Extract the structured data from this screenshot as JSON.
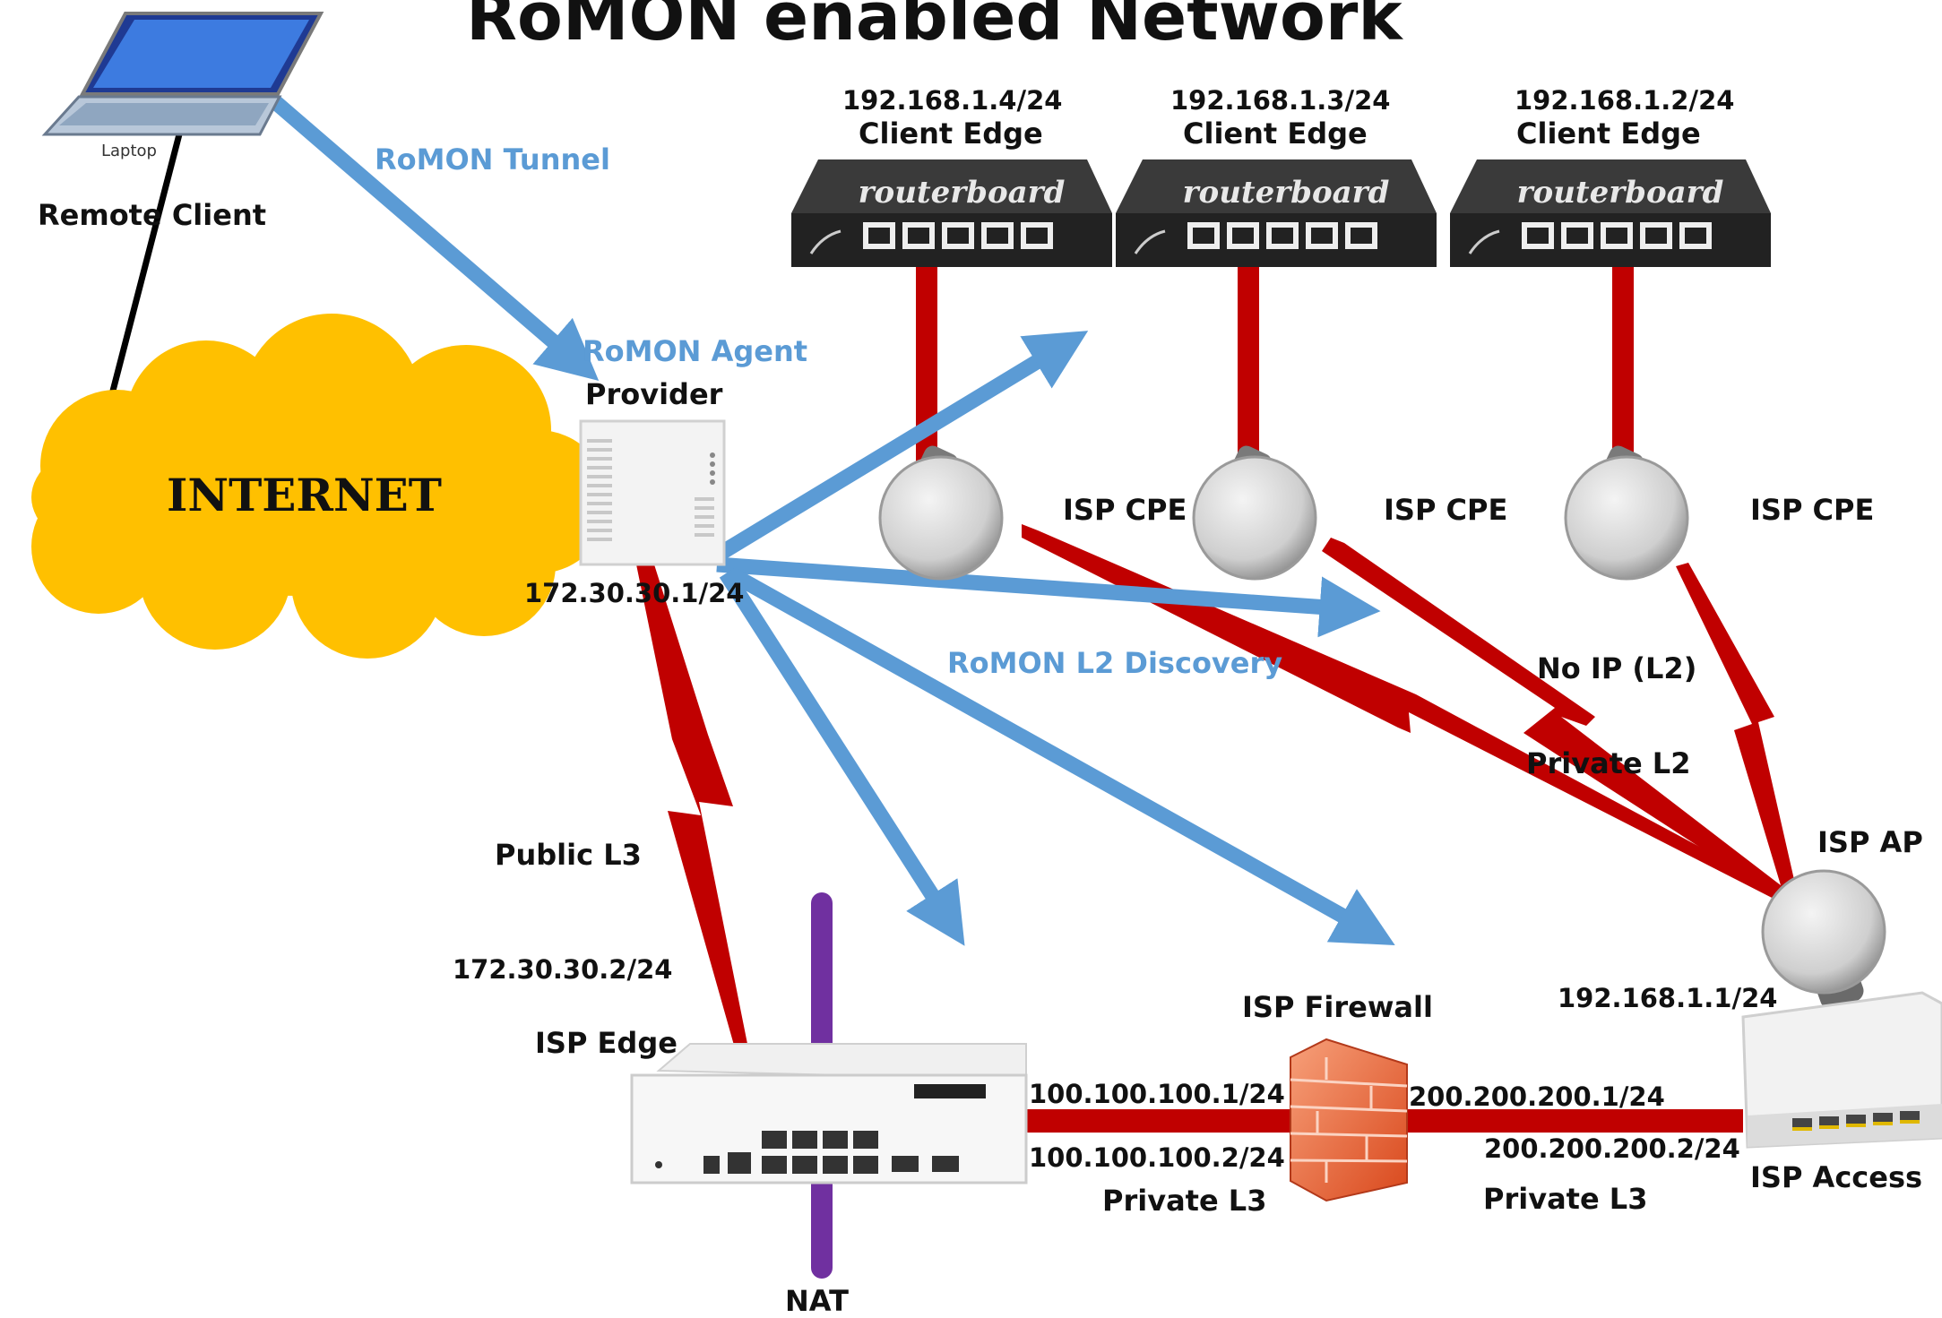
{
  "title": "RoMON enabled Network",
  "labels": {
    "laptop": "Laptop",
    "remote_client": "Remote Client",
    "romon_tunnel": "RoMON Tunnel",
    "romon_agent": "RoMON Agent",
    "provider": "Provider",
    "internet": "INTERNET",
    "provider_ip": "172.30.30.1/24",
    "public_l3": "Public  L3",
    "isp_edge_ip": "172.30.30.2/24",
    "isp_edge": "ISP Edge",
    "nat": "NAT",
    "romon_l2_discovery": "RoMON L2 Discovery",
    "no_ip_l2": "No IP (L2)",
    "private_l2": "Private L2",
    "isp_ap": "ISP AP",
    "isp_ap_ip": "192.168.1.1/24",
    "isp_access": "ISP Access",
    "isp_firewall": "ISP Firewall",
    "fw_left_top": "100.100.100.1/24",
    "fw_left_bottom": "100.100.100.2/24",
    "private_l3_left": "Private L3",
    "fw_right_top": "200.200.200.1/24",
    "fw_right_bottom": "200.200.200.2/24",
    "private_l3_right": "Private L3"
  },
  "clients": [
    {
      "ip": "192.168.1.4/24",
      "role": "Client Edge",
      "cpe": "ISP CPE"
    },
    {
      "ip": "192.168.1.3/24",
      "role": "Client Edge",
      "cpe": "ISP CPE"
    },
    {
      "ip": "192.168.1.2/24",
      "role": "Client Edge",
      "cpe": "ISP CPE"
    }
  ],
  "routerboard_brand": "routerboard",
  "colors": {
    "romon_blue": "#5b9bd5",
    "link_red": "#c00000",
    "nat_purple": "#7030a0",
    "cloud_yellow": "#ffc000",
    "firewall_orange": "#e8622c"
  }
}
